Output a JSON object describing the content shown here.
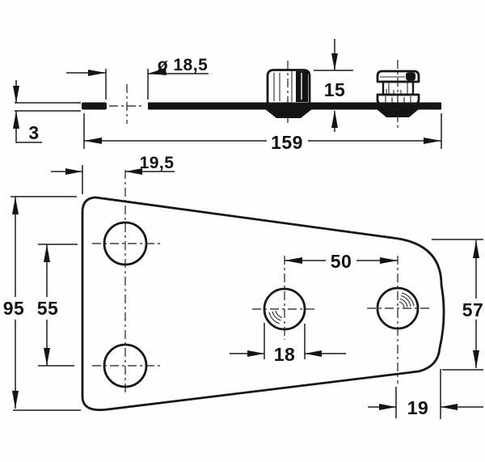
{
  "drawing": {
    "kind": "technical-drawing",
    "description": "Two-view dimensioned drawing of a tapered mounting plate with welded nut boss and grooved stud",
    "line_color": "#161616",
    "background_color": "#fefefe"
  },
  "side_view": {
    "hole_diameter": "ø 18,5",
    "plate_thickness": "3",
    "boss_height": "15",
    "overall_length": "159"
  },
  "plan_view": {
    "hole_center_from_left_edge": "19,5",
    "plate_height": "95",
    "left_holes_spacing": "55",
    "center_holes_spacing": "50",
    "center_hole_diameter": "18",
    "right_edge_height": "57",
    "right_hole_to_edge": "19"
  }
}
